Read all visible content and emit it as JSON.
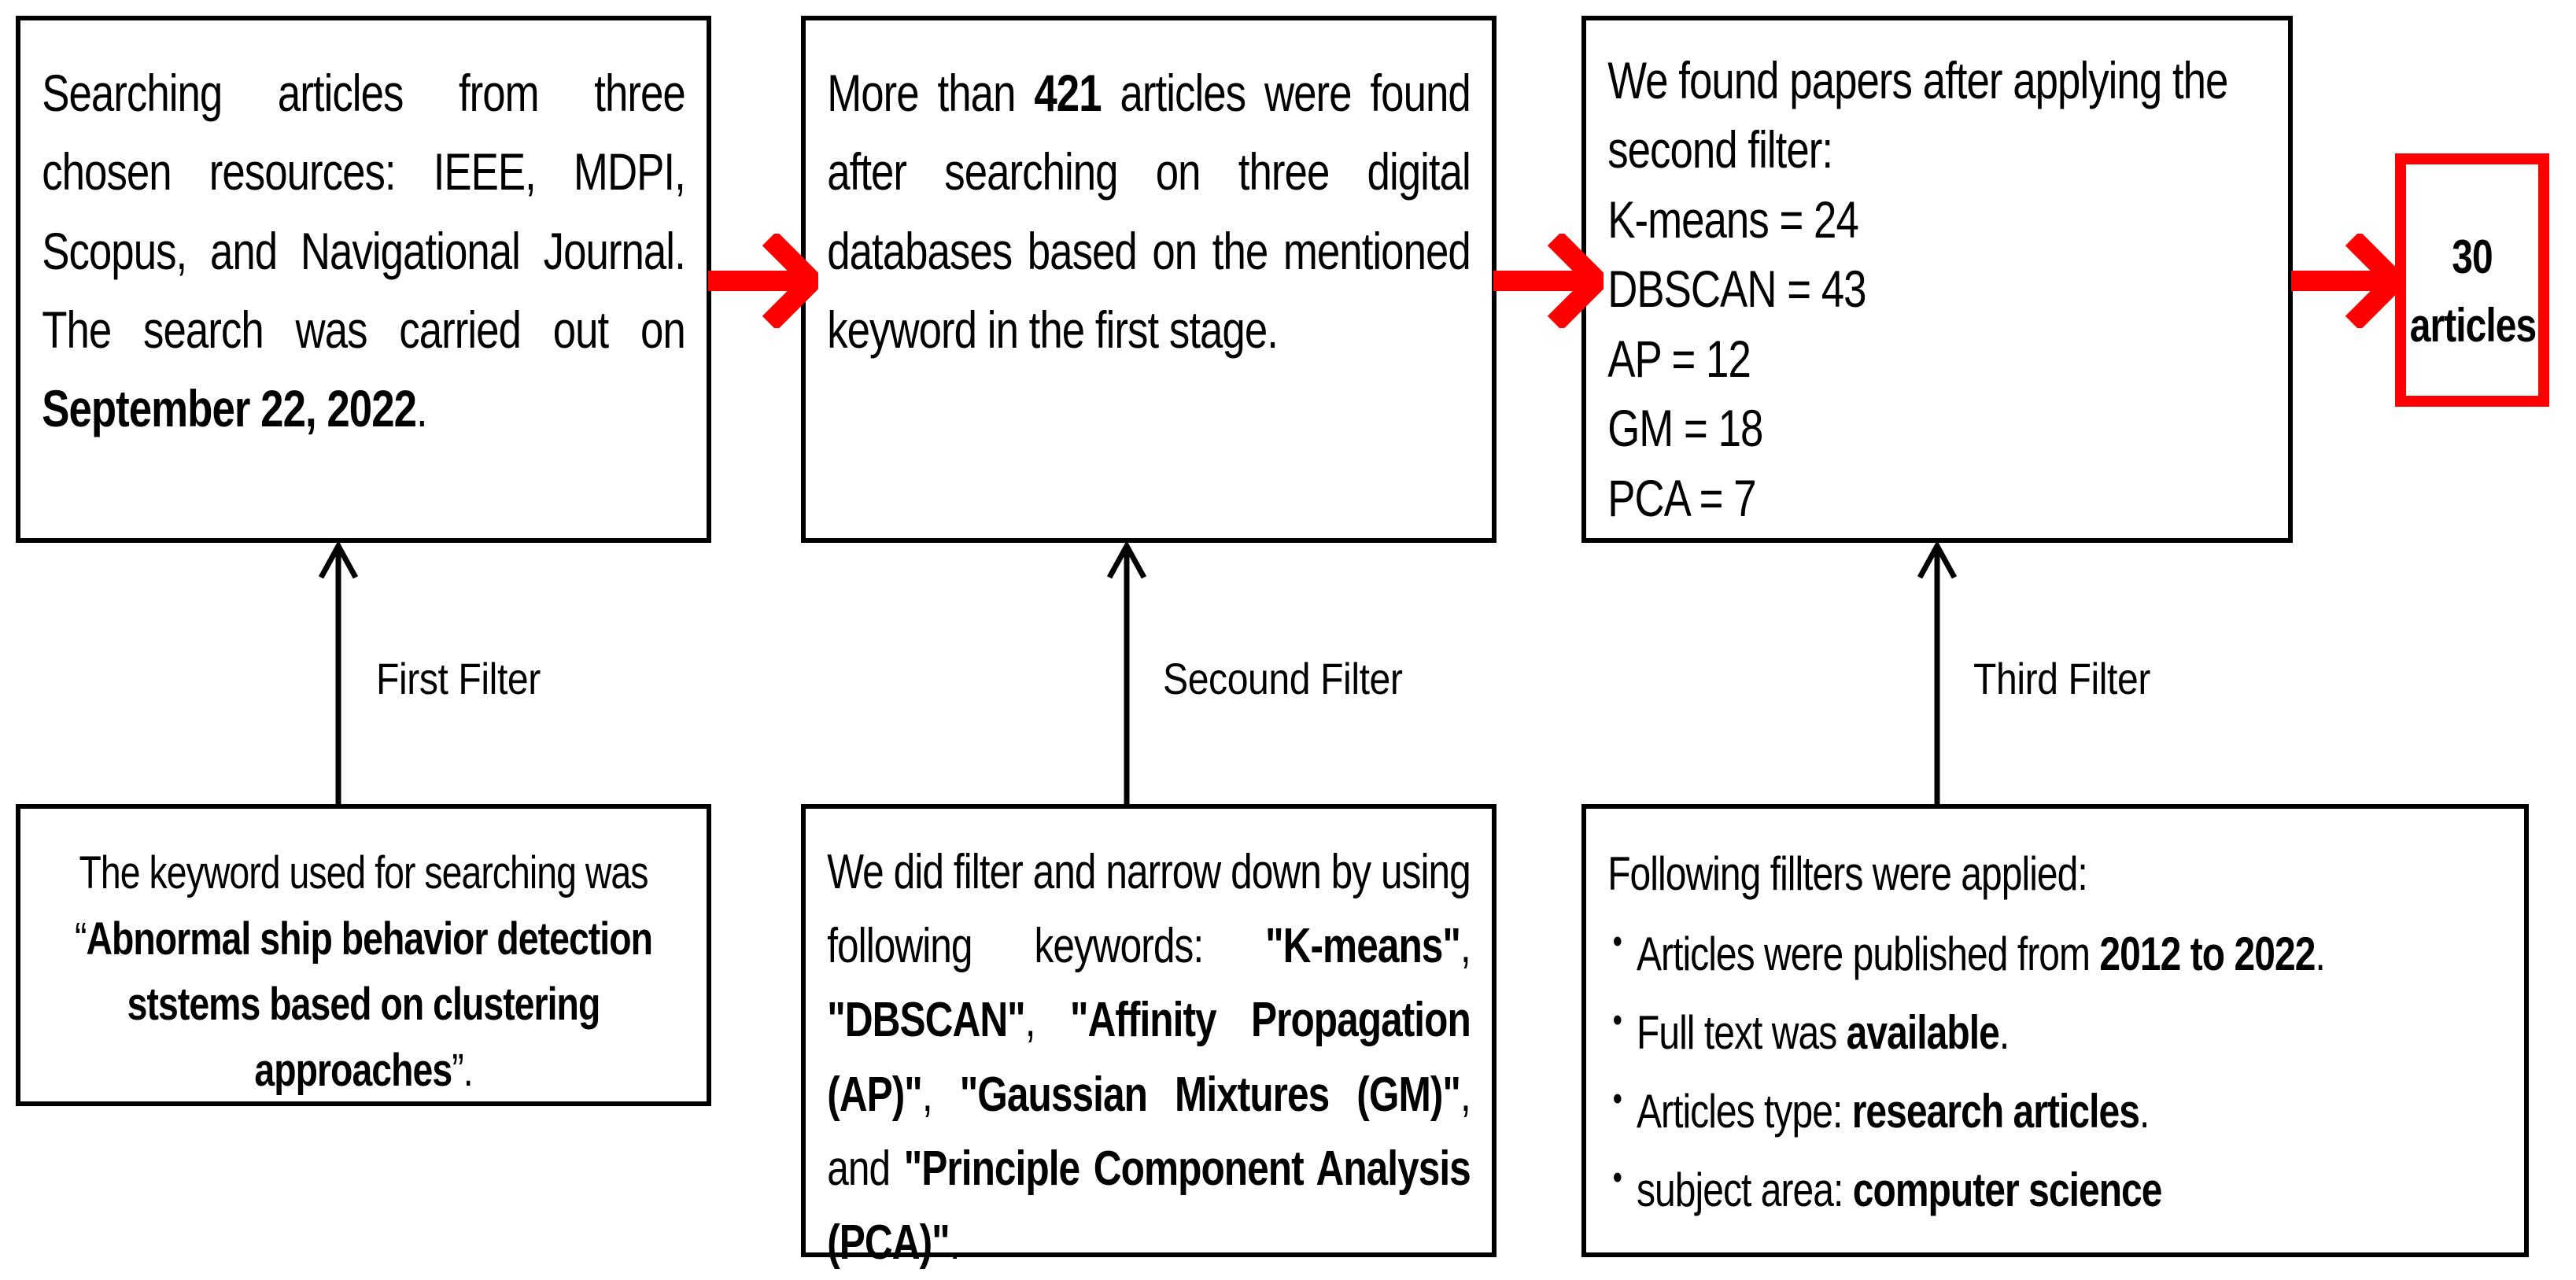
{
  "diagram": {
    "title": "Article selection flow",
    "accent_color": "#FF0000",
    "border_color": "#000000"
  },
  "top_boxes": [
    {
      "id": "search-sources",
      "lines": [
        {
          "runs": [
            {
              "t": "Searching articles from three chosen resources: IEEE, MDPI, Scopus, and Navigational Journal. The search was carried out on ",
              "b": false
            },
            {
              "t": "September 22, 2022",
              "b": true
            },
            {
              "t": ".",
              "b": false
            }
          ]
        }
      ]
    },
    {
      "id": "found-count",
      "lines": [
        {
          "runs": [
            {
              "t": "More than ",
              "b": false
            },
            {
              "t": "421",
              "b": true
            },
            {
              "t": " articles were found after searching on three digital databases based on the mentioned keyword in the first stage.",
              "b": false
            }
          ]
        }
      ]
    },
    {
      "id": "second-filter-results",
      "heading": "We found papers after applying the second filter:",
      "stats": [
        {
          "label": "K-means",
          "value": "24",
          "text": "K-means = 24"
        },
        {
          "label": "DBSCAN",
          "value": "43",
          "text": "DBSCAN = 43"
        },
        {
          "label": "AP",
          "value": "12",
          "text": "AP = 12"
        },
        {
          "label": "GM",
          "value": "18",
          "text": "GM = 18"
        },
        {
          "label": "PCA",
          "value": "7",
          "text": "PCA = 7"
        }
      ]
    }
  ],
  "result_box": {
    "count": "30",
    "unit": "articles"
  },
  "filter_labels": [
    {
      "id": "first",
      "text": "First Filter"
    },
    {
      "id": "second",
      "text": "Secound Filter"
    },
    {
      "id": "third",
      "text": "Third Filter"
    }
  ],
  "bottom_boxes": [
    {
      "id": "keyword-used",
      "lines": [
        {
          "runs": [
            {
              "t": "The keyword used for searching was ",
              "b": false
            }
          ]
        },
        {
          "runs": [
            {
              "t": "“",
              "b": false
            },
            {
              "t": "Abnormal ship behavior detection",
              "b": true
            }
          ]
        },
        {
          "runs": [
            {
              "t": "ststems based on clustering",
              "b": true
            }
          ]
        },
        {
          "runs": [
            {
              "t": "approaches",
              "b": true
            },
            {
              "t": "”.",
              "b": false
            }
          ]
        }
      ]
    },
    {
      "id": "keywords-list",
      "lines": [
        {
          "runs": [
            {
              "t": "We did filter and narrow down by using following keywords: ",
              "b": false
            },
            {
              "t": "\"K-means\"",
              "b": true
            },
            {
              "t": ", ",
              "b": false
            },
            {
              "t": "\"DBSCAN\"",
              "b": true
            },
            {
              "t": ", ",
              "b": false
            },
            {
              "t": "\"Affinity Propagation (AP)\"",
              "b": true
            },
            {
              "t": ", ",
              "b": false
            },
            {
              "t": "\"Gaussian Mixtures (GM)\"",
              "b": true
            },
            {
              "t": ", and ",
              "b": false
            },
            {
              "t": "\"Principle Component Analysis (PCA)\"",
              "b": true
            },
            {
              "t": ".",
              "b": false
            }
          ]
        }
      ]
    },
    {
      "id": "applied-filters",
      "heading": "Following fillters were applied:",
      "bullets": [
        {
          "runs": [
            {
              "t": "Articles were published from ",
              "b": false
            },
            {
              "t": "2012 to 2022",
              "b": true
            },
            {
              "t": ".",
              "b": false
            }
          ]
        },
        {
          "runs": [
            {
              "t": "Full text was ",
              "b": false
            },
            {
              "t": "available",
              "b": true
            },
            {
              "t": ".",
              "b": false
            }
          ]
        },
        {
          "runs": [
            {
              "t": "Articles type: ",
              "b": false
            },
            {
              "t": "research articles",
              "b": true
            },
            {
              "t": ".",
              "b": false
            }
          ]
        },
        {
          "runs": [
            {
              "t": "subject area: ",
              "b": false
            },
            {
              "t": "computer science",
              "b": true
            }
          ]
        }
      ]
    }
  ]
}
